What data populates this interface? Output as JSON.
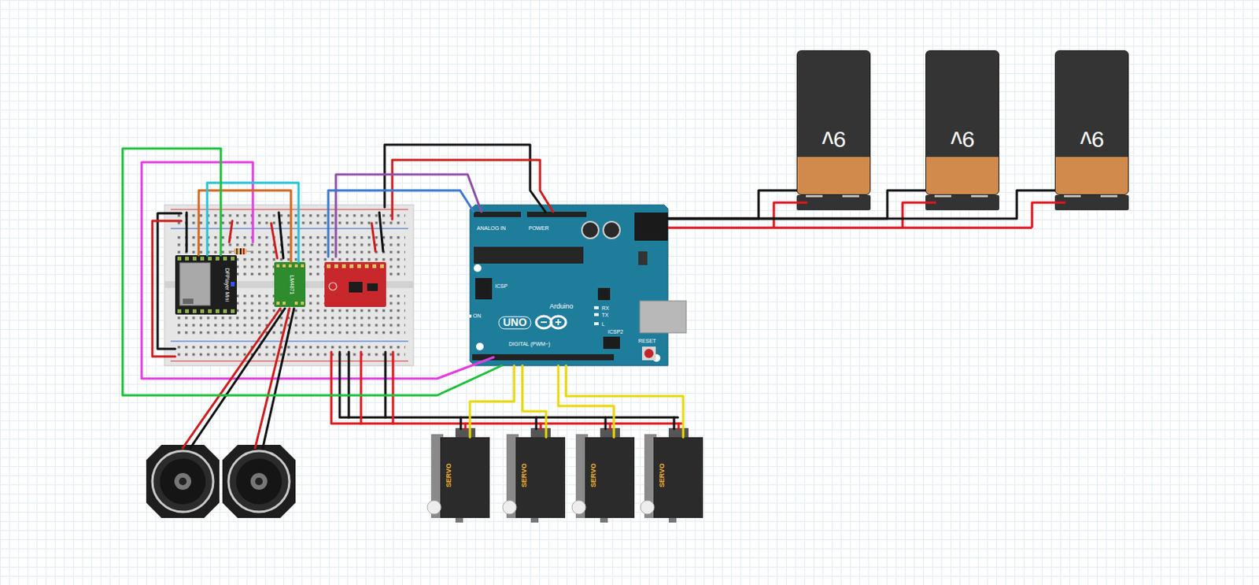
{
  "diagram": {
    "nodes": [
      {
        "text": [
          "DFPlayer Mini"
        ]
      },
      {
        "text": [
          "LM4871"
        ]
      },
      {
        "text": [
          "UNO",
          "Arduino"
        ]
      },
      {
        "text": [
          "9v"
        ]
      },
      {
        "text": [
          "9v"
        ]
      },
      {
        "text": [
          "9v"
        ]
      },
      {
        "text": [
          "SERVO"
        ]
      },
      {
        "text": [
          "SERVO"
        ]
      },
      {
        "text": [
          "SERVO"
        ]
      },
      {
        "text": [
          "SERVO"
        ]
      }
    ],
    "edges": [
      {
        "from": 0,
        "to": 1,
        "arrow": "none"
      },
      {
        "from": 0,
        "to": 1,
        "arrow": "none"
      },
      {
        "from": 0,
        "to": 2,
        "arrow": "none"
      },
      {
        "from": 3,
        "to": 2,
        "arrow": "none"
      },
      {
        "from": 4,
        "to": 2,
        "arrow": "none"
      },
      {
        "from": 5,
        "to": 2,
        "arrow": "none"
      },
      {
        "from": 6,
        "to": 2,
        "arrow": "none"
      },
      {
        "from": 7,
        "to": 2,
        "arrow": "none"
      },
      {
        "from": 8,
        "to": 2,
        "arrow": "none"
      },
      {
        "from": 9,
        "to": 2,
        "arrow": "none"
      }
    ],
    "labels": [
      "ANALOG IN",
      "POWER",
      "DIGITAL (PWM~)",
      "ICSP",
      "ICSP2",
      "RESET",
      "TX",
      "RX",
      "ON",
      "L"
    ]
  }
}
